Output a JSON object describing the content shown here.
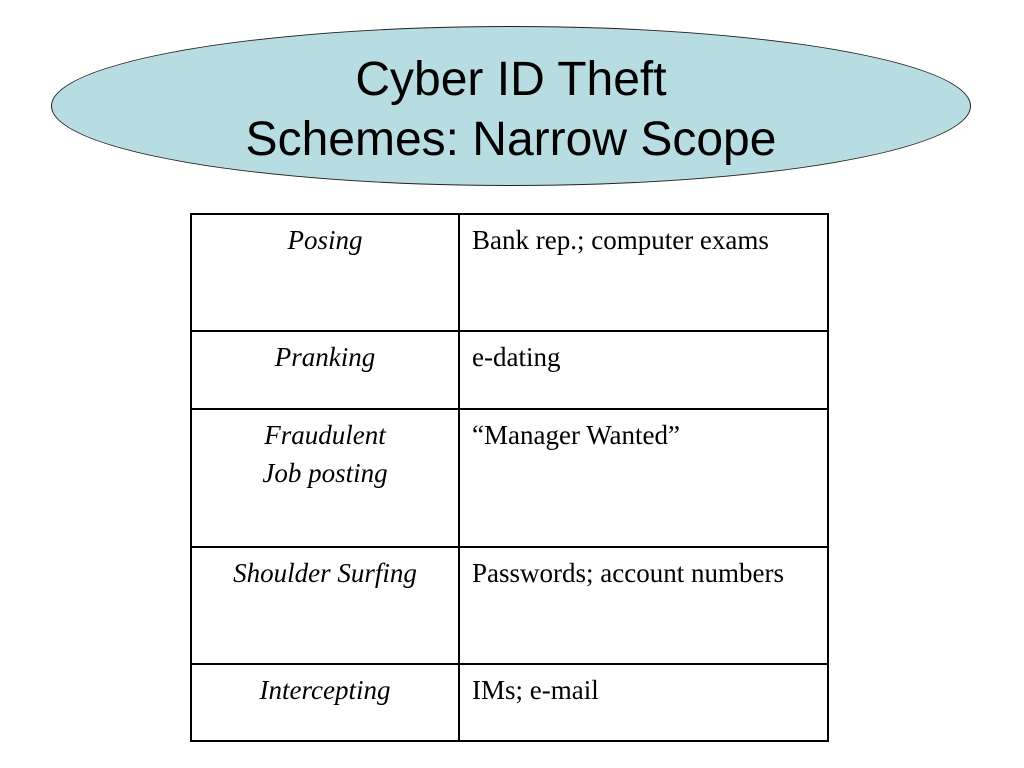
{
  "slide": {
    "title_lines": [
      "Cyber ID Theft",
      "Schemes: Narrow Scope"
    ],
    "ellipse_color": "#b7dde3"
  },
  "table": {
    "rows": [
      {
        "scheme": "Posing",
        "example": "Bank rep.; computer exams"
      },
      {
        "scheme": "Pranking",
        "example": "e-dating"
      },
      {
        "scheme": "Fraudulent\nJob posting",
        "example": "“Manager Wanted”"
      },
      {
        "scheme": "Shoulder Surfing",
        "example": "Passwords; account numbers"
      },
      {
        "scheme": "Intercepting",
        "example": "IMs; e-mail"
      }
    ]
  }
}
